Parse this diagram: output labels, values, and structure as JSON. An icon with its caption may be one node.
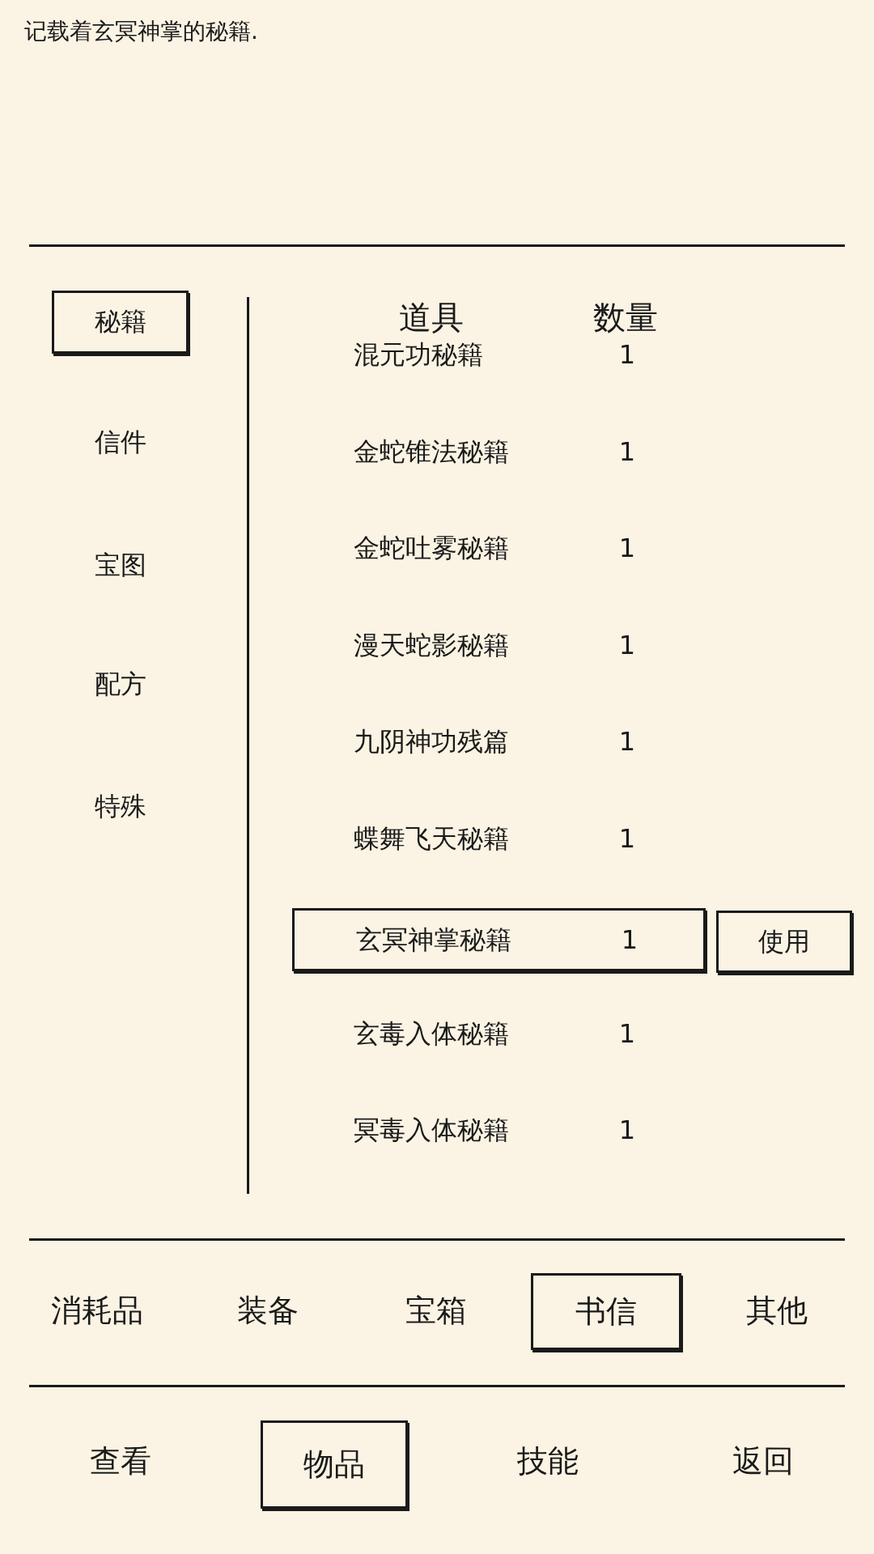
{
  "diagram": {
    "nodes": [
      {
        "text": [
          "秘籍"
        ]
      },
      {
        "text": [
          "玄冥神掌秘籍",
          "1"
        ]
      },
      {
        "text": [
          "使用"
        ]
      },
      {
        "text": [
          "书信"
        ]
      },
      {
        "text": [
          "物品"
        ]
      }
    ],
    "labels": [
      "记载着玄冥神掌的秘籍.",
      "道具",
      "数量",
      "信件",
      "宝图",
      "配方",
      "特殊",
      "混元功秘籍",
      "1",
      "金蛇锥法秘籍",
      "1",
      "金蛇吐雾秘籍",
      "1",
      "漫天蛇影秘籍",
      "1",
      "九阴神功残篇",
      "1",
      "蝶舞飞天秘籍",
      "1",
      "玄毒入体秘籍",
      "1",
      "冥毒入体秘籍",
      "1",
      "消耗品",
      "装备",
      "宝箱",
      "其他",
      "查看",
      "技能",
      "返回"
    ]
  }
}
